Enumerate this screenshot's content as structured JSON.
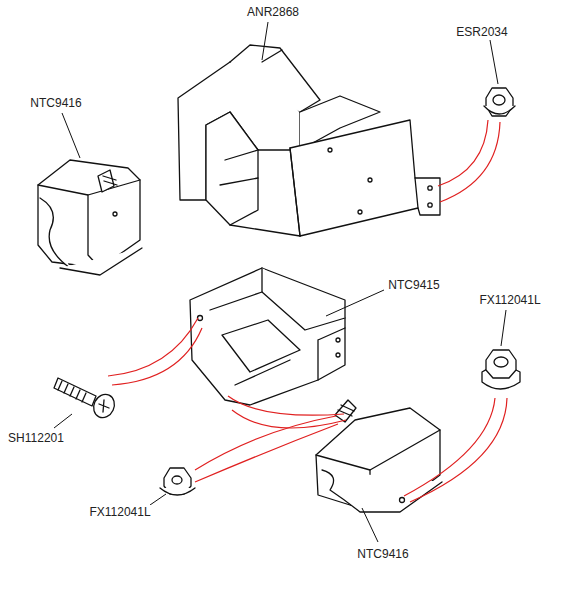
{
  "diagram": {
    "labels": [
      "ANR2868",
      "ESR2034",
      "NTC9416",
      "NTC9415",
      "FX112041L",
      "SH112201",
      "FX112041L",
      "NTC9416"
    ]
  }
}
